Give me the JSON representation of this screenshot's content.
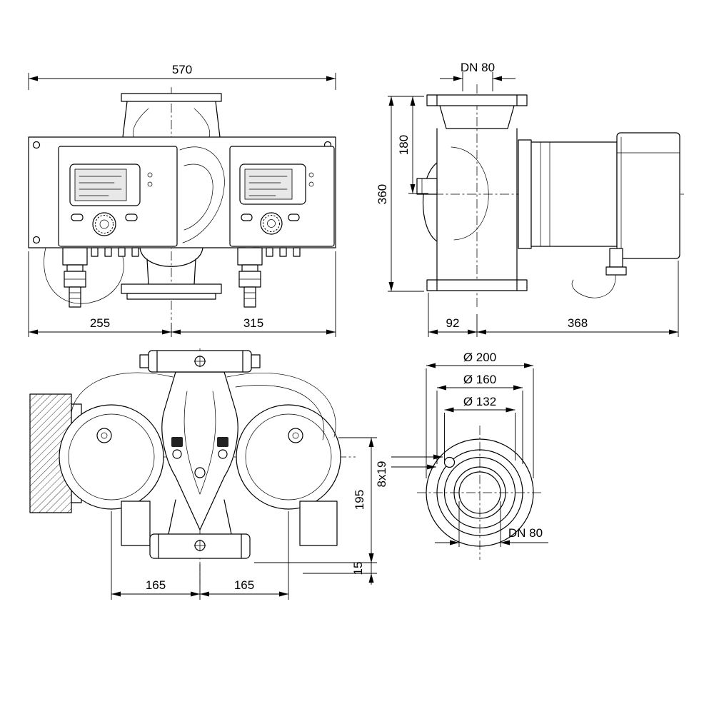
{
  "views": {
    "front": {
      "dims": {
        "width_total": "570",
        "width_left": "255",
        "width_right": "315"
      }
    },
    "side": {
      "dims": {
        "flange_dn": "DN 80",
        "height_inlet": "180",
        "height_total": "360",
        "depth_left": "92",
        "depth_right": "368"
      }
    },
    "top": {
      "dims": {
        "depth_body": "195",
        "depth_offset": "15",
        "spacing_left": "165",
        "spacing_right": "165"
      }
    },
    "flange": {
      "dims": {
        "outer_dia": "Ø 200",
        "bolt_circle_dia": "Ø 160",
        "raised_face_dia": "Ø 132",
        "bolt_holes": "8x19",
        "nominal_dia": "DN 80"
      }
    }
  }
}
